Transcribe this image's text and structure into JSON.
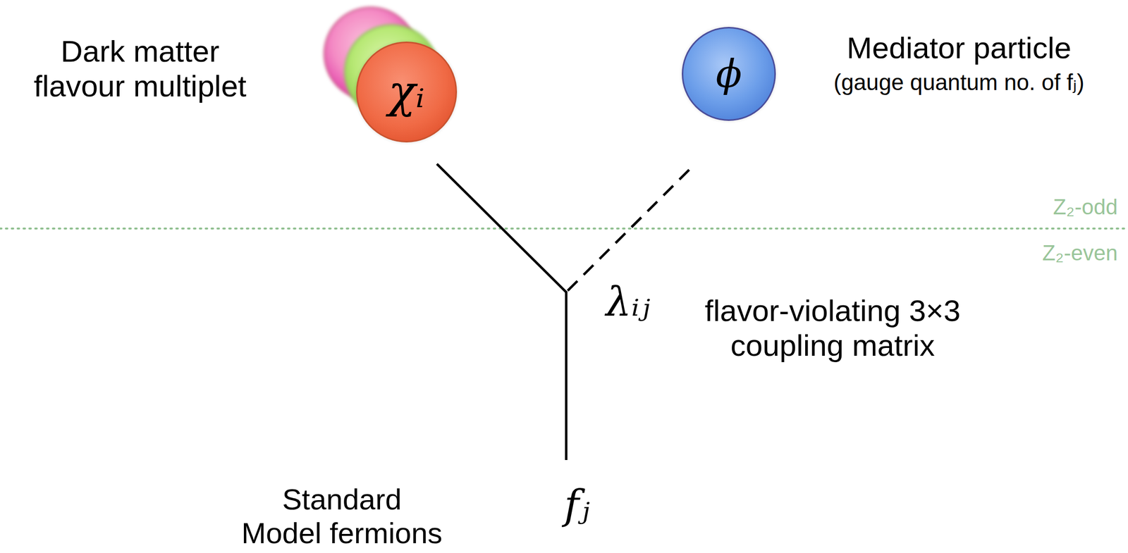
{
  "diagram": {
    "nodes": [
      {
        "text": [
          "χᵢ"
        ]
      },
      {
        "text": [
          "ϕ"
        ]
      }
    ],
    "labels": [
      "Dark matter flavour multiplet",
      "Mediator particle",
      "(gauge quantum no. of fⱼ)",
      "Z₂-odd",
      "Z₂-even",
      "λᵢⱼ",
      "flavor-violating 3×3 coupling matrix",
      "Standard Model fermions",
      "fⱼ"
    ]
  }
}
